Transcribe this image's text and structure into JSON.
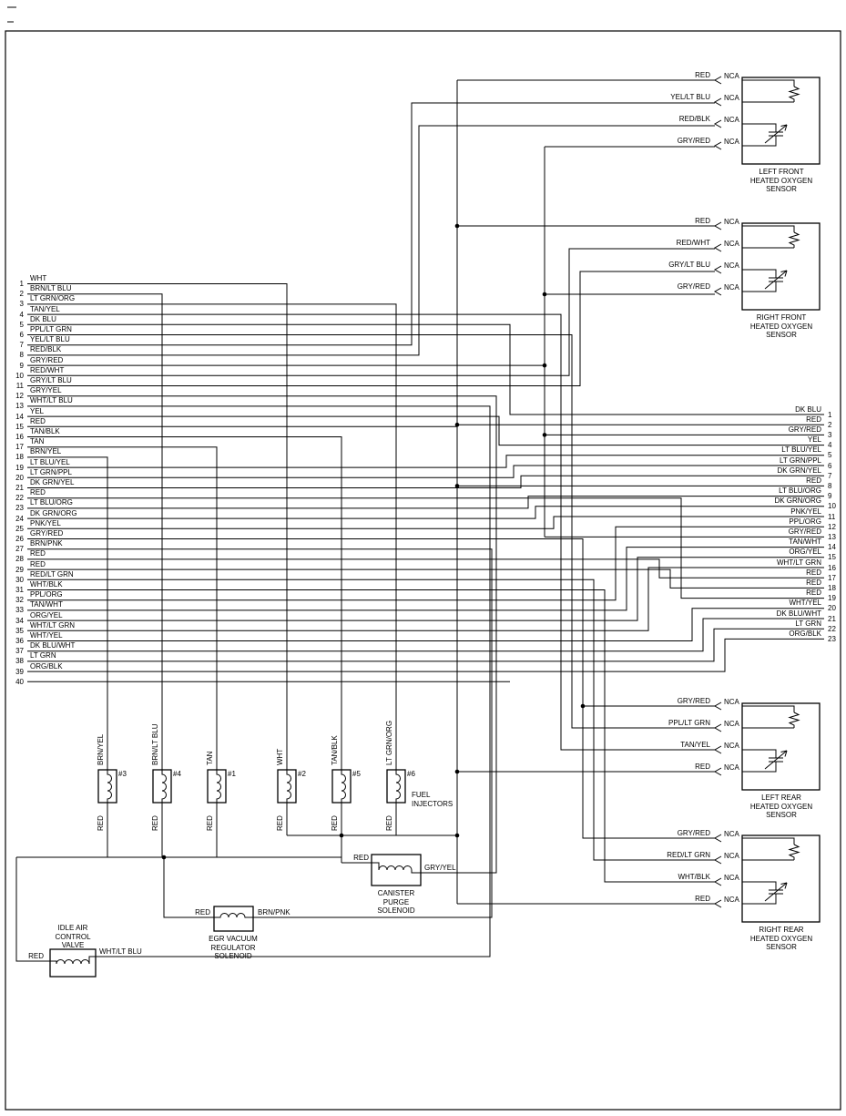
{
  "diagram": {
    "left_connector": {
      "pins": [
        {
          "n": "1",
          "color": "WHT"
        },
        {
          "n": "2",
          "color": "BRN/LT BLU"
        },
        {
          "n": "3",
          "color": "LT GRN/ORG"
        },
        {
          "n": "4",
          "color": "TAN/YEL"
        },
        {
          "n": "5",
          "color": "DK BLU"
        },
        {
          "n": "6",
          "color": "PPL/LT GRN"
        },
        {
          "n": "7",
          "color": "YEL/LT BLU"
        },
        {
          "n": "8",
          "color": "RED/BLK"
        },
        {
          "n": "9",
          "color": "GRY/RED"
        },
        {
          "n": "10",
          "color": "RED/WHT"
        },
        {
          "n": "11",
          "color": "GRY/LT BLU"
        },
        {
          "n": "12",
          "color": "GRY/YEL"
        },
        {
          "n": "13",
          "color": "WHT/LT BLU"
        },
        {
          "n": "14",
          "color": "YEL"
        },
        {
          "n": "15",
          "color": "RED"
        },
        {
          "n": "16",
          "color": "TAN/BLK"
        },
        {
          "n": "17",
          "color": "TAN"
        },
        {
          "n": "18",
          "color": "BRN/YEL"
        },
        {
          "n": "19",
          "color": "LT BLU/YEL"
        },
        {
          "n": "20",
          "color": "LT GRN/PPL"
        },
        {
          "n": "21",
          "color": "DK GRN/YEL"
        },
        {
          "n": "22",
          "color": "RED"
        },
        {
          "n": "23",
          "color": "LT BLU/ORG"
        },
        {
          "n": "24",
          "color": "DK GRN/ORG"
        },
        {
          "n": "25",
          "color": "PNK/YEL"
        },
        {
          "n": "26",
          "color": "GRY/RED"
        },
        {
          "n": "27",
          "color": "BRN/PNK"
        },
        {
          "n": "28",
          "color": "RED"
        },
        {
          "n": "29",
          "color": "RED"
        },
        {
          "n": "30",
          "color": "RED/LT GRN"
        },
        {
          "n": "31",
          "color": "WHT/BLK"
        },
        {
          "n": "32",
          "color": "PPL/ORG"
        },
        {
          "n": "33",
          "color": "TAN/WHT"
        },
        {
          "n": "34",
          "color": "ORG/YEL"
        },
        {
          "n": "35",
          "color": "WHT/LT GRN"
        },
        {
          "n": "36",
          "color": "WHT/YEL"
        },
        {
          "n": "37",
          "color": "DK BLU/WHT"
        },
        {
          "n": "38",
          "color": "LT GRN"
        },
        {
          "n": "39",
          "color": "ORG/BLK"
        },
        {
          "n": "40",
          "color": ""
        }
      ]
    },
    "right_connector": {
      "pins": [
        {
          "n": "1",
          "color": "DK BLU"
        },
        {
          "n": "2",
          "color": "RED"
        },
        {
          "n": "3",
          "color": "GRY/RED"
        },
        {
          "n": "4",
          "color": "YEL"
        },
        {
          "n": "5",
          "color": "LT BLU/YEL"
        },
        {
          "n": "6",
          "color": "LT GRN/PPL"
        },
        {
          "n": "7",
          "color": "DK GRN/YEL"
        },
        {
          "n": "8",
          "color": "RED"
        },
        {
          "n": "9",
          "color": "LT BLU/ORG"
        },
        {
          "n": "10",
          "color": "DK GRN/ORG"
        },
        {
          "n": "11",
          "color": "PNK/YEL"
        },
        {
          "n": "12",
          "color": "PPL/ORG"
        },
        {
          "n": "13",
          "color": "GRY/RED"
        },
        {
          "n": "14",
          "color": "TAN/WHT"
        },
        {
          "n": "15",
          "color": "ORG/YEL"
        },
        {
          "n": "16",
          "color": "WHT/LT GRN"
        },
        {
          "n": "17",
          "color": "RED"
        },
        {
          "n": "18",
          "color": "RED"
        },
        {
          "n": "19",
          "color": "RED"
        },
        {
          "n": "20",
          "color": "WHT/YEL"
        },
        {
          "n": "21",
          "color": "DK BLU/WHT"
        },
        {
          "n": "22",
          "color": "LT GRN"
        },
        {
          "n": "23",
          "color": "ORG/BLK"
        }
      ]
    },
    "sensors": [
      {
        "name_lines": [
          "LEFT FRONT",
          "HEATED OXYGEN",
          "SENSOR"
        ],
        "wires": [
          {
            "color": "RED",
            "tag": "NCA"
          },
          {
            "color": "YEL/LT BLU",
            "tag": "NCA"
          },
          {
            "color": "RED/BLK",
            "tag": "NCA"
          },
          {
            "color": "GRY/RED",
            "tag": "NCA"
          }
        ]
      },
      {
        "name_lines": [
          "RIGHT FRONT",
          "HEATED OXYGEN",
          "SENSOR"
        ],
        "wires": [
          {
            "color": "RED",
            "tag": "NCA"
          },
          {
            "color": "RED/WHT",
            "tag": "NCA"
          },
          {
            "color": "GRY/LT BLU",
            "tag": "NCA"
          },
          {
            "color": "GRY/RED",
            "tag": "NCA"
          }
        ]
      },
      {
        "name_lines": [
          "LEFT REAR",
          "HEATED OXYGEN",
          "SENSOR"
        ],
        "wires": [
          {
            "color": "GRY/RED",
            "tag": "NCA"
          },
          {
            "color": "PPL/LT GRN",
            "tag": "NCA"
          },
          {
            "color": "TAN/YEL",
            "tag": "NCA"
          },
          {
            "color": "RED",
            "tag": "NCA"
          }
        ]
      },
      {
        "name_lines": [
          "RIGHT REAR",
          "HEATED OXYGEN",
          "SENSOR"
        ],
        "wires": [
          {
            "color": "GRY/RED",
            "tag": "NCA"
          },
          {
            "color": "RED/LT GRN",
            "tag": "NCA"
          },
          {
            "color": "WHT/BLK",
            "tag": "NCA"
          },
          {
            "color": "RED",
            "tag": "NCA"
          }
        ]
      }
    ],
    "injectors": {
      "title_lines": [
        "FUEL",
        "INJECTORS"
      ],
      "items": [
        {
          "num": "#3",
          "top_color": "BRN/YEL",
          "bottom_color": "RED"
        },
        {
          "num": "#4",
          "top_color": "BRN/LT BLU",
          "bottom_color": "RED"
        },
        {
          "num": "#1",
          "top_color": "TAN",
          "bottom_color": "RED"
        },
        {
          "num": "#2",
          "top_color": "WHT",
          "bottom_color": "RED"
        },
        {
          "num": "#5",
          "top_color": "TAN/BLK",
          "bottom_color": "RED"
        },
        {
          "num": "#6",
          "top_color": "LT GRN/ORG",
          "bottom_color": "RED"
        }
      ]
    },
    "canister_purge_solenoid": {
      "name_lines": [
        "CANISTER",
        "PURGE",
        "SOLENOID"
      ],
      "left_wire": "RED",
      "right_wire": "GRY/YEL"
    },
    "egr_solenoid": {
      "name_lines": [
        "EGR VACUUM",
        "REGULATOR",
        "SOLENOID"
      ],
      "left_wire": "RED",
      "right_wire": "BRN/PNK"
    },
    "iac_valve": {
      "name_lines": [
        "IDLE AIR",
        "CONTROL",
        "VALVE"
      ],
      "left_wire": "RED",
      "top_wire": "WHT/LT BLU"
    }
  }
}
